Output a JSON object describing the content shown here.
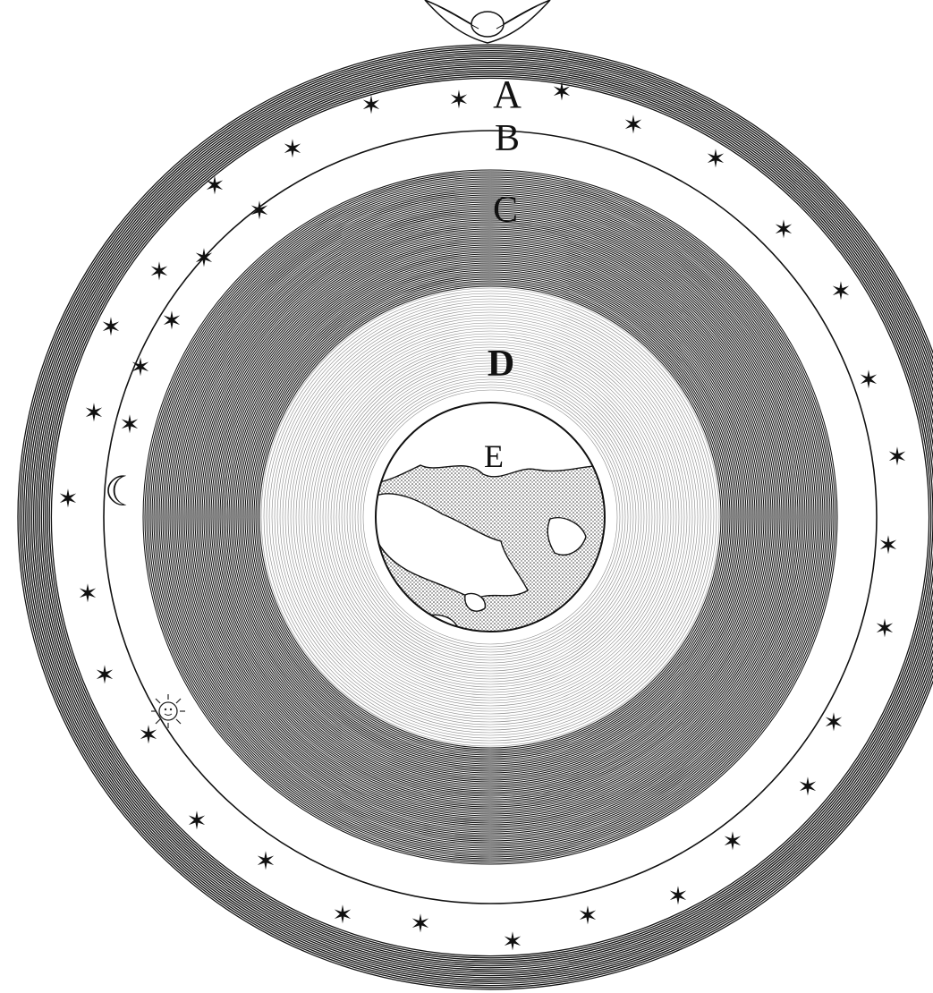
{
  "labels": {
    "a": "A",
    "b": "B",
    "c": "C",
    "d": "D",
    "e": "E",
    "moon_glyph": "☾"
  },
  "icons": {
    "star": "star-icon",
    "sun": "sun-icon",
    "moon": "crescent-moon-icon",
    "ornament": "ornament-icon"
  },
  "colors": {
    "ink": "#111111",
    "paper": "#ffffff",
    "sea_stipple": "#333333"
  }
}
